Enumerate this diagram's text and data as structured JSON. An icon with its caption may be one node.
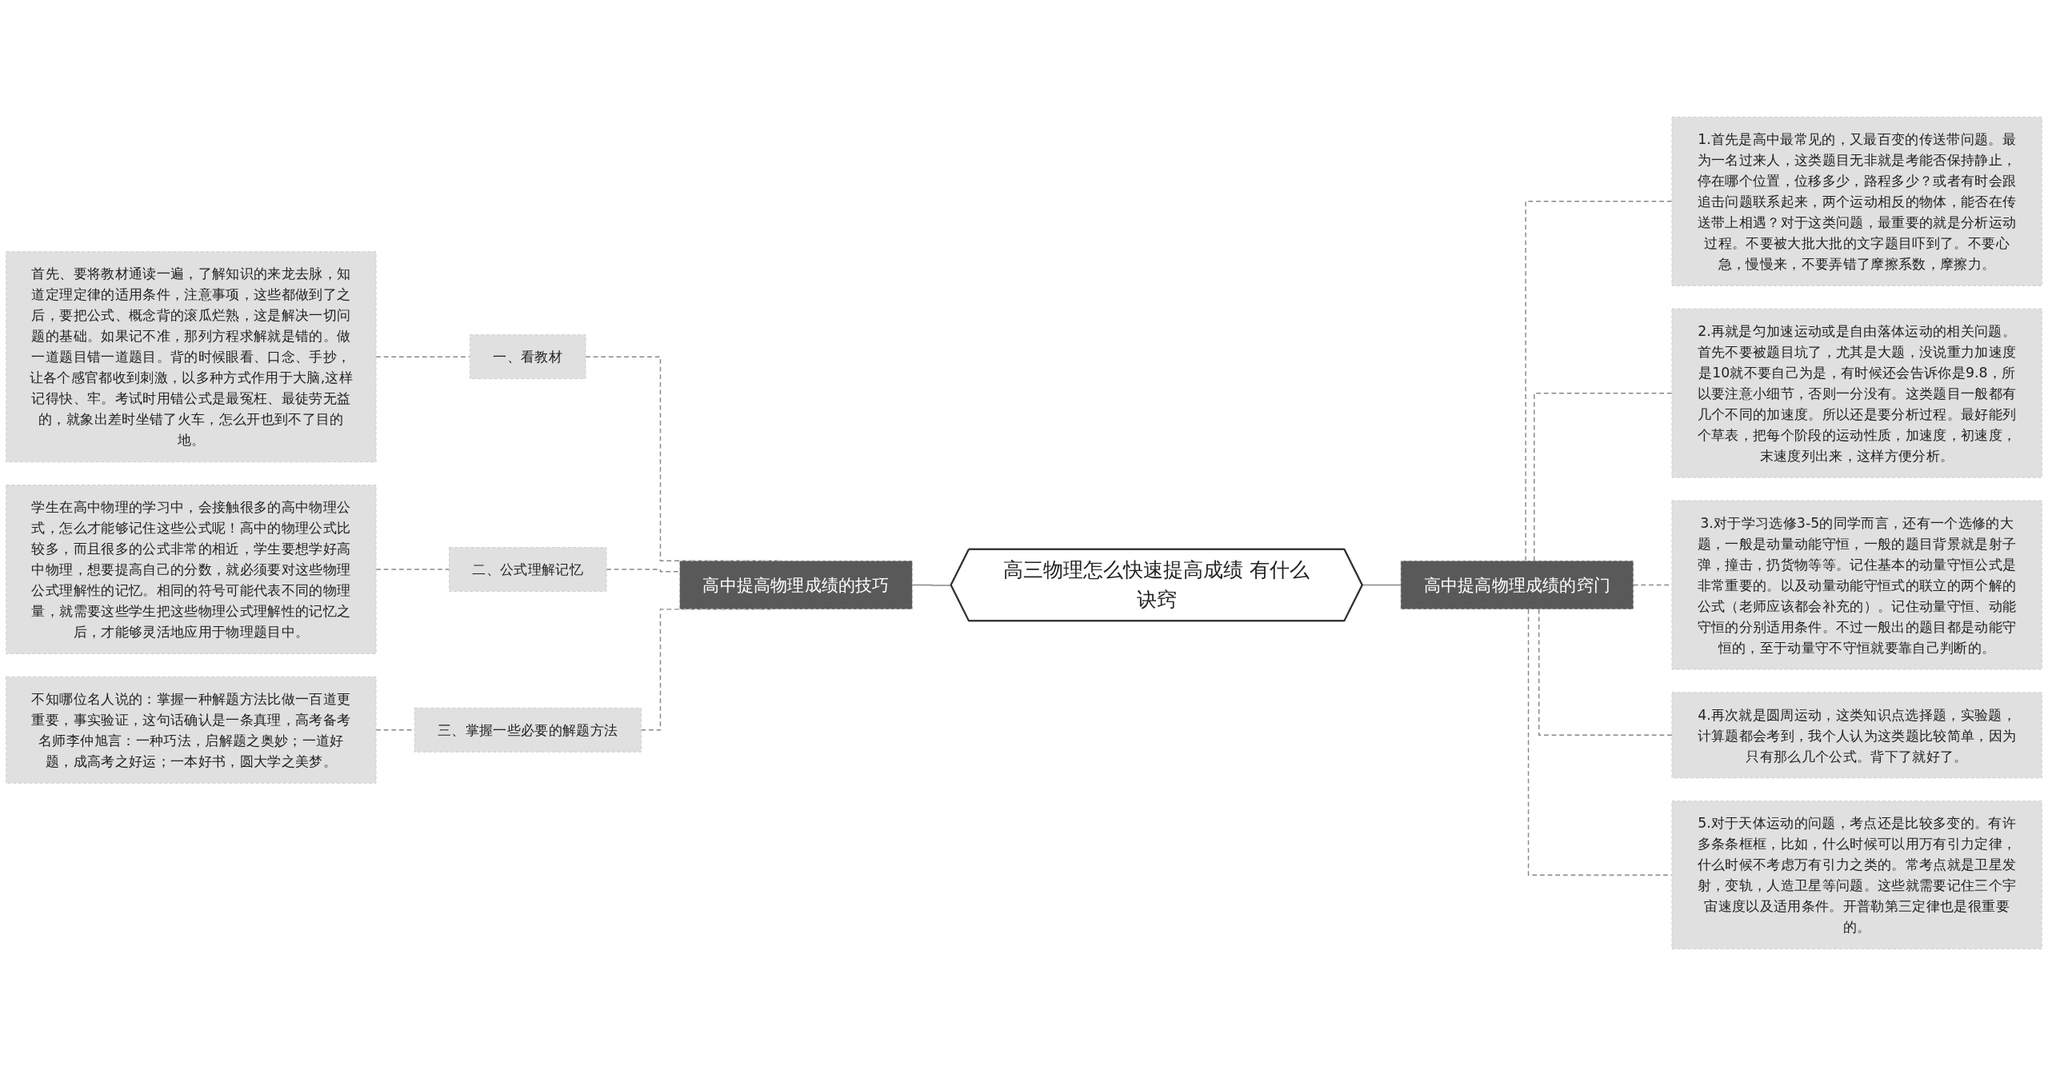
{
  "diagram": {
    "nodes": [
      {
        "text": [
          "高三物理怎么快速提高成绩 有什么诀窍"
        ]
      },
      {
        "text": [
          "高中提高物理成绩的技巧"
        ]
      },
      {
        "text": [
          "一、看教材"
        ]
      },
      {
        "text": [
          "首先、要将教材通读一遍，了解知识的来龙去脉，知道定理定律的适用条件，注意事项，这些都做到了之后，要把公式、概念背的滚瓜烂熟，这是解决一切问题的基础。如果记不准，那列方程求解就是错的。做一道题目错一道题目。背的时候眼看、口念、手抄，让各个感官都收到刺激，以多种方式作用于大脑,这样记得快、牢。考试时用错公式是最冤枉、最徒劳无益的，就象出差时坐错了火车，怎么开也到不了目的地。"
        ]
      },
      {
        "text": [
          "二、公式理解记忆"
        ]
      },
      {
        "text": [
          "学生在高中物理的学习中，会接触很多的高中物理公式，怎么才能够记住这些公式呢！高中的物理公式比较多，而且很多的公式非常的相近，学生要想学好高中物理，想要提高自己的分数，就必须要对这些物理公式理解性的记忆。相同的符号可能代表不同的物理量，就需要这些学生把这些物理公式理解性的记忆之后，才能够灵活地应用于物理题目中。"
        ]
      },
      {
        "text": [
          "三、掌握一些必要的解题方法"
        ]
      },
      {
        "text": [
          "不知哪位名人说的：掌握一种解题方法比做一百道更重要，事实验证，这句话确认是一条真理，高考备考名师李仲旭言：一种巧法，启解题之奥妙；一道好题，成高考之好运；一本好书，圆大学之美梦。"
        ]
      },
      {
        "text": [
          "高中提高物理成绩的窍门"
        ]
      },
      {
        "text": [
          "1.首先是高中最常见的，又最百变的传送带问题。最为一名过来人，这类题目无非就是考能否保持静止，停在哪个位置，位移多少，路程多少？或者有时会跟追击问题联系起来，两个运动相反的物体，能否在传送带上相遇？对于这类问题，最重要的就是分析运动过程。不要被大批大批的文字题目吓到了。不要心急，慢慢来，不要弄错了摩擦系数，摩擦力。"
        ]
      },
      {
        "text": [
          "2.再就是匀加速运动或是自由落体运动的相关问题。首先不要被题目坑了，尤其是大题，没说重力加速度是10就不要自己为是，有时候还会告诉你是9.8，所以要注意小细节，否则一分没有。这类题目一般都有几个不同的加速度。所以还是要分析过程。最好能列个草表，把每个阶段的运动性质，加速度，初速度，末速度列出来，这样方便分析。"
        ]
      },
      {
        "text": [
          "3.对于学习选修3-5的同学而言，还有一个选修的大题，一般是动量动能守恒，一般的题目背景就是射子弹，撞击，扔货物等等。记住基本的动量守恒公式是非常重要的。以及动量动能守恒式的联立的两个解的公式（老师应该都会补充的）。记住动量守恒、动能守恒的分别适用条件。不过一般出的题目都是动能守恒的，至于动量守不守恒就要靠自己判断的。"
        ]
      },
      {
        "text": [
          "4.再次就是圆周运动，这类知识点选择题，实验题，计算题都会考到，我个人认为这类题比较简单，因为只有那么几个公式。背下了就好了。"
        ]
      },
      {
        "text": [
          "5.对于天体运动的问题，考点还是比较多变的。有许多条条框框，比如，什么时候可以用万有引力定律，什么时候不考虑万有引力之类的。常考点就是卫星发射，变轨，人造卫星等问题。这些就需要记住三个宇宙速度以及适用条件。开普勒第三定律也是很重要的。"
        ]
      }
    ],
    "edges": [
      {
        "from": 1,
        "to": 0,
        "arrow": "none"
      },
      {
        "from": 2,
        "to": 1,
        "arrow": "none",
        "style": "dashed"
      },
      {
        "from": 3,
        "to": 2,
        "arrow": "none",
        "style": "dashed"
      },
      {
        "from": 4,
        "to": 1,
        "arrow": "none",
        "style": "dashed"
      },
      {
        "from": 5,
        "to": 4,
        "arrow": "none",
        "style": "dashed"
      },
      {
        "from": 6,
        "to": 1,
        "arrow": "none",
        "style": "dashed"
      },
      {
        "from": 7,
        "to": 6,
        "arrow": "none",
        "style": "dashed"
      },
      {
        "from": 0,
        "to": 8,
        "arrow": "none"
      },
      {
        "from": 8,
        "to": 9,
        "arrow": "none",
        "style": "dashed"
      },
      {
        "from": 8,
        "to": 10,
        "arrow": "none",
        "style": "dashed"
      },
      {
        "from": 8,
        "to": 11,
        "arrow": "none",
        "style": "dashed"
      },
      {
        "from": 8,
        "to": 12,
        "arrow": "none",
        "style": "dashed"
      },
      {
        "from": 8,
        "to": 13,
        "arrow": "none",
        "style": "dashed"
      }
    ]
  }
}
